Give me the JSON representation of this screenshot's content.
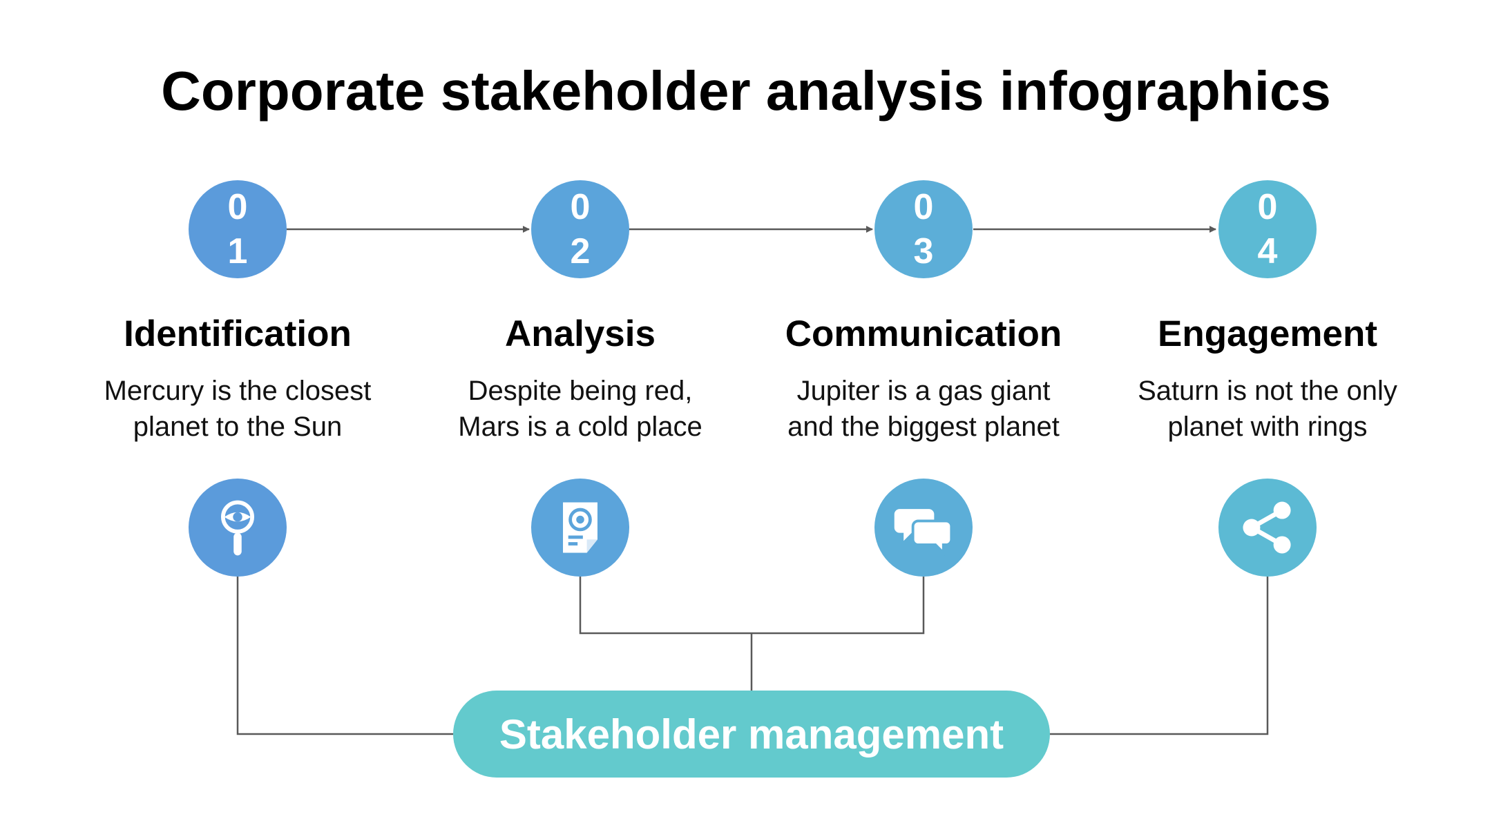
{
  "title": "Corporate stakeholder analysis infographics",
  "steps": [
    {
      "digits": [
        "0",
        "1"
      ],
      "heading": "Identification",
      "desc_line1": "Mercury is the closest",
      "desc_line2": "planet to the Sun",
      "icon": "magnifier-eye-icon",
      "color": "#5b9bdb"
    },
    {
      "digits": [
        "0",
        "2"
      ],
      "heading": "Analysis",
      "desc_line1": "Despite being red,",
      "desc_line2": "Mars is a cold place",
      "icon": "report-document-icon",
      "color": "#5ba4db"
    },
    {
      "digits": [
        "0",
        "3"
      ],
      "heading": "Communication",
      "desc_line1": "Jupiter is a gas giant",
      "desc_line2": "and the biggest planet",
      "icon": "chat-bubbles-icon",
      "color": "#5caed8"
    },
    {
      "digits": [
        "0",
        "4"
      ],
      "heading": "Engagement",
      "desc_line1": "Saturn is not the only",
      "desc_line2": "planet with rings",
      "icon": "share-icon",
      "color": "#5cbad4"
    }
  ],
  "hub": {
    "label": "Stakeholder management",
    "color": "#63cacd"
  },
  "line_color": "#595959"
}
